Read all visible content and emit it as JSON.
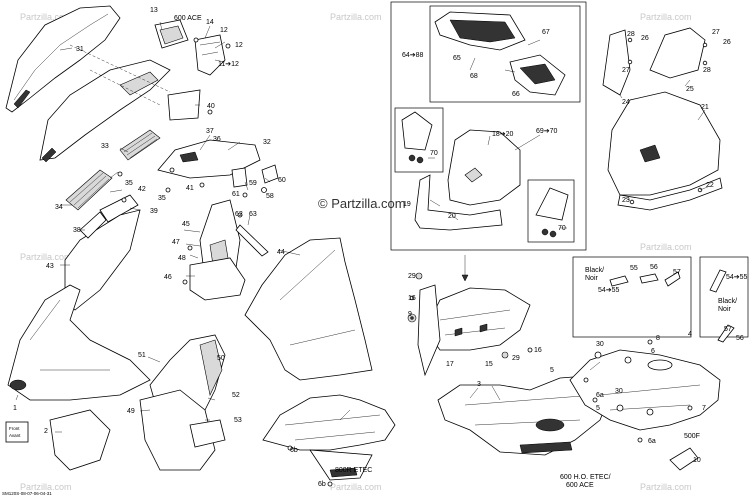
{
  "callouts": {
    "c1": "1",
    "c2": "2",
    "c3": "3",
    "c4": "4",
    "c5a": "5",
    "c5b": "5",
    "c6": "6",
    "c6a1": "6a",
    "c6a2": "6a",
    "c6b1": "6b",
    "c6b2": "6b",
    "c7": "7",
    "c8": "8",
    "c9": "9",
    "c10": "10",
    "c11_12": "11➔12",
    "c12a": "12",
    "c12b": "12",
    "c13": "13",
    "c14": "14",
    "c15": "15",
    "c16a": "16",
    "c16b": "16",
    "c17": "17",
    "c18_20": "18➔20",
    "c19": "19",
    "c20": "20",
    "c21": "21",
    "c22": "22",
    "c23": "23",
    "c24": "24",
    "c25": "25",
    "c26a": "26",
    "c26b": "26",
    "c27a": "27",
    "c27b": "27",
    "c28a": "28",
    "c28b": "28",
    "c29a": "29",
    "c29b": "29",
    "c30a": "30",
    "c30b": "30",
    "c31": "31",
    "c32": "32",
    "c33": "33",
    "c34": "34",
    "c35a": "35",
    "c35b": "35",
    "c36": "36",
    "c37": "37",
    "c38": "38",
    "c39": "39",
    "c40": "40",
    "c41": "41",
    "c42": "42",
    "c43": "43",
    "c44": "44",
    "c45": "45",
    "c46": "46",
    "c47": "47",
    "c48": "48",
    "c49": "49",
    "c50": "50",
    "c51": "51",
    "c52": "52",
    "c53": "53",
    "c54_55a": "54➔55",
    "c54_55b": "54➔55",
    "c55": "55",
    "c56a": "56",
    "c56b": "56",
    "c57a": "57",
    "c57b": "57",
    "c58": "58",
    "c59": "59",
    "c60": "60",
    "c61": "61",
    "c62": "62",
    "c63": "63",
    "c64_88": "64➔88",
    "c65": "65",
    "c66": "66",
    "c67": "67",
    "c68": "68",
    "c69_70": "69➔70",
    "c70a": "70",
    "c70b": "70"
  },
  "variant_labels": {
    "ace600": "600 ACE",
    "etec800r": "800R ETEC",
    "ho_etec_1": "600 H.O. ETEC/",
    "ho_etec_2": "600 ACE",
    "f500": "500F",
    "black_noir_a1": "Black/",
    "black_noir_a2": "Noir",
    "black_noir_b1": "Black/",
    "black_noir_b2": "Noir"
  },
  "front_label_1": "Front",
  "front_label_2": "Avant",
  "watermark": "Partzilla.com",
  "center_watermark": "© Partzilla.com",
  "doc_code": "SM120S-08-07-06-04-31",
  "colors": {
    "line": "#000000",
    "watermark": "#c8c8c8"
  }
}
